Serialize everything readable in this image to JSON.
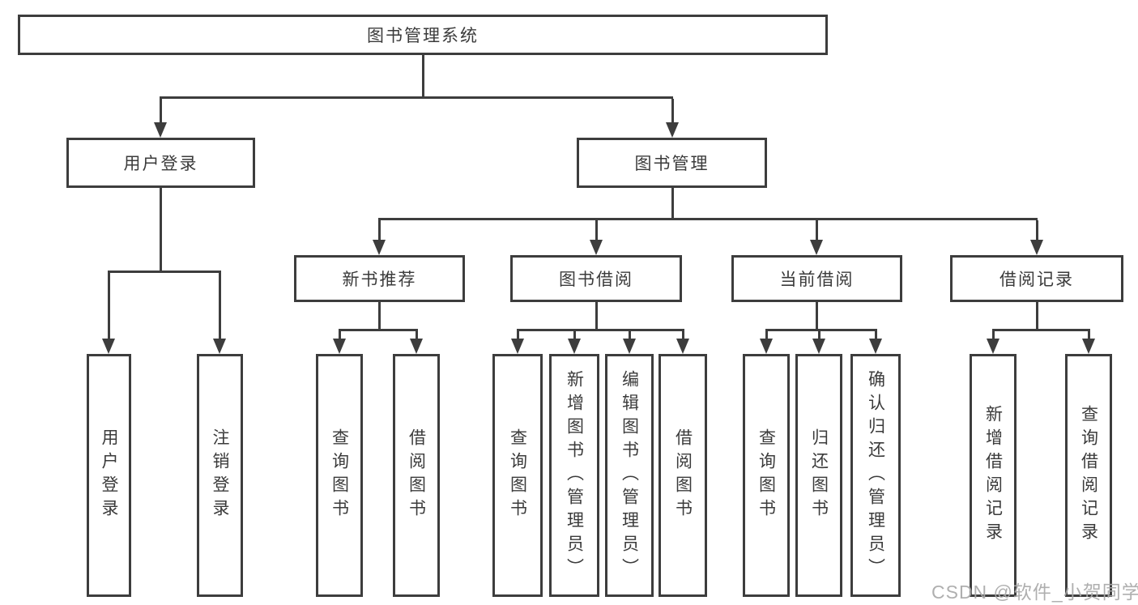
{
  "diagram": {
    "root": {
      "label": "图书管理系统"
    },
    "branches": [
      {
        "label": "用户登录",
        "children": [
          "用户登录",
          "注销登录"
        ]
      },
      {
        "label": "图书管理",
        "children": [
          {
            "label": "新书推荐",
            "children": [
              "查询图书",
              "借阅图书"
            ]
          },
          {
            "label": "图书借阅",
            "children": [
              "查询图书",
              "新增图书（管理员）",
              "编辑图书（管理员）",
              "借阅图书"
            ]
          },
          {
            "label": "当前借阅",
            "children": [
              "查询图书",
              "归还图书",
              "确认归还（管理员）"
            ]
          },
          {
            "label": "借阅记录",
            "children": [
              "新增借阅记录",
              "查询借阅记录"
            ]
          }
        ]
      }
    ]
  },
  "watermark": {
    "text": "CSDN @软件_小贺同学"
  },
  "colors": {
    "line": "#3d3d3d",
    "text": "#3b3b3b",
    "bg": "#ffffff",
    "watermark": "#a9a9a9"
  }
}
